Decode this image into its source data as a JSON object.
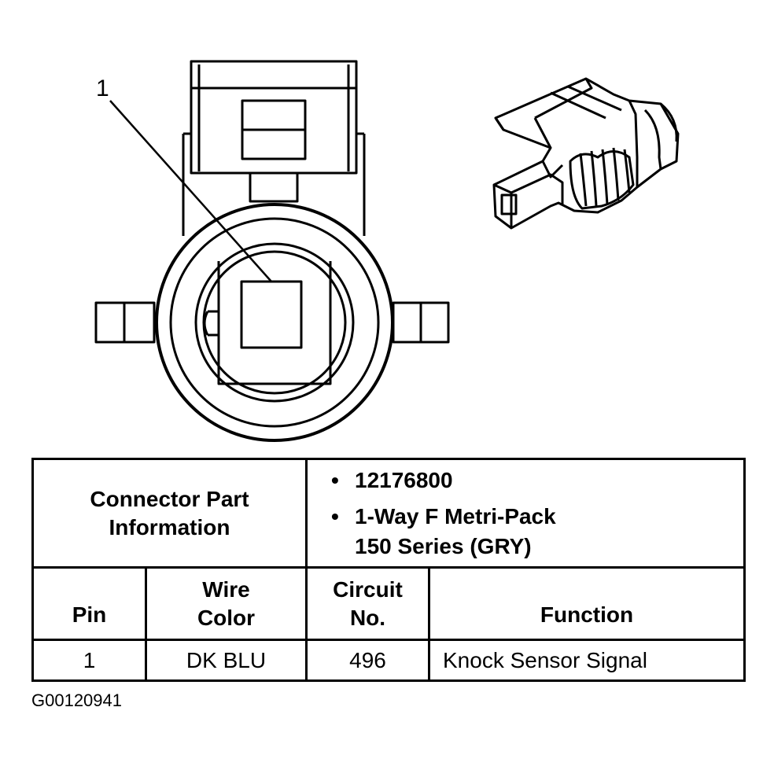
{
  "diagram": {
    "callout": "1"
  },
  "connector_info": {
    "label_line1": "Connector Part",
    "label_line2": "Information",
    "items": [
      {
        "bullet": "•",
        "lines": [
          "12176800"
        ]
      },
      {
        "bullet": "•",
        "lines": [
          "1-Way F Metri-Pack",
          "150 Series (GRY)"
        ]
      }
    ]
  },
  "columns": {
    "pin": "Pin",
    "wire_color_line1": "Wire",
    "wire_color_line2": "Color",
    "circuit_line1": "Circuit",
    "circuit_line2": "No.",
    "function": "Function"
  },
  "rows": [
    {
      "pin": "1",
      "wire_color": "DK BLU",
      "circuit": "496",
      "function": "Knock Sensor Signal"
    }
  ],
  "figure_id": "G00120941"
}
